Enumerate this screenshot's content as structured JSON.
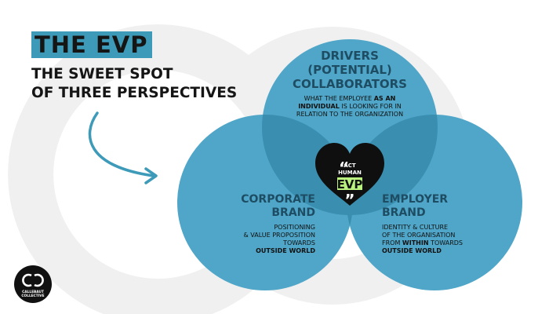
{
  "header": {
    "title": "THE EVP",
    "subtitle_line1": "THE SWEET SPOT",
    "subtitle_line2": "OF THREE PERSPECTIVES"
  },
  "venn": {
    "top": {
      "title_lines": [
        "DRIVERS",
        "(POTENTIAL)",
        "COLLABORATORS"
      ],
      "desc_line1_plain": "WHAT THE EMPLOYEE ",
      "desc_line1_bold": "AS AN",
      "desc_line2_bold": "INDIVIDUAL",
      "desc_line2_plain": " IS LOOKING FOR IN",
      "desc_line3": "RELATION TO THE ORGANIZATION"
    },
    "left": {
      "title_lines": [
        "CORPORATE",
        "BRAND"
      ],
      "desc_lines": [
        "POSITIONING",
        "& VALUE PROPOSITION",
        "TOWARDS"
      ],
      "desc_bold": "OUTSIDE WORLD"
    },
    "right": {
      "title_lines": [
        "EMPLOYER",
        "BRAND"
      ],
      "desc_line1": "IDENTITY & CULTURE",
      "desc_line2": "OF THE ORGANISATION",
      "desc_line3_plain1": "FROM ",
      "desc_line3_bold": "WITHIN",
      "desc_line3_plain2": " TOWARDS",
      "desc_bold": "OUTSIDE WORLD"
    },
    "center": {
      "quote_open": "“",
      "line1": "ACT",
      "line2": "HUMAN",
      "label": "EVP",
      "quote_close": "”"
    }
  },
  "logo": {
    "line1": "CALLEBAUT",
    "line2": "COLLECTIVE",
    "icon": "callebaut-collective-logo"
  },
  "colors": {
    "circle_fill": "#4fa6c8",
    "overlap_fill": "#3a8fb0",
    "title_highlight": "#3d9ab8",
    "circle_title": "#1e4d63",
    "heart": "#0f0f0f",
    "evp_highlight": "#b9f27e",
    "watermark": "#f0f0f0"
  }
}
